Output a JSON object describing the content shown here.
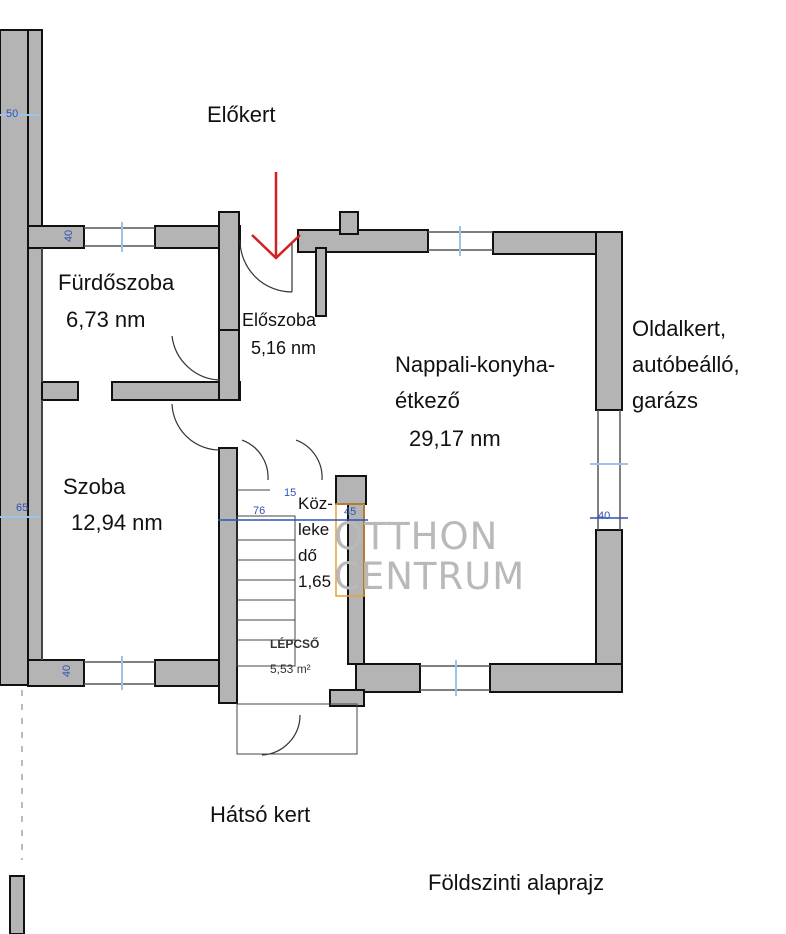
{
  "outdoor": {
    "front": "Előkert",
    "side_line1": "Oldalkert,",
    "side_line2": "autóbeálló,",
    "side_line3": "garázs",
    "back": "Hátsó kert",
    "plan_title": "Földszinti alaprajz"
  },
  "rooms": {
    "bathroom": {
      "name": "Fürdőszoba",
      "area": "6,73 nm"
    },
    "hall": {
      "name": "Előszoba",
      "area": "5,16 nm"
    },
    "living": {
      "name": "Nappali-konyha-",
      "name2": "étkező",
      "area": "29,17 nm"
    },
    "room": {
      "name": "Szoba",
      "area": "12,94 nm"
    },
    "corridor": {
      "line1": "Köz-",
      "line2": "leke",
      "line3": "dő",
      "line4": "1,65"
    },
    "stairs": {
      "name": "LÉPCSŐ",
      "area": "5,53 m²"
    }
  },
  "dimensions": {
    "d50": "50",
    "d40a": "40",
    "d65": "65",
    "d40b": "40",
    "d76": "76",
    "d15": "15",
    "d45": "45",
    "d40c": "40"
  },
  "watermark": {
    "line1": "OTTHON",
    "line2": "CENTRUM"
  },
  "colors": {
    "wall": "#b4b4b4",
    "arrow": "#d42020",
    "dimension": "#2f52b8",
    "corridor_outline": "#e8a13a",
    "watermark": "#b9b9b9"
  }
}
